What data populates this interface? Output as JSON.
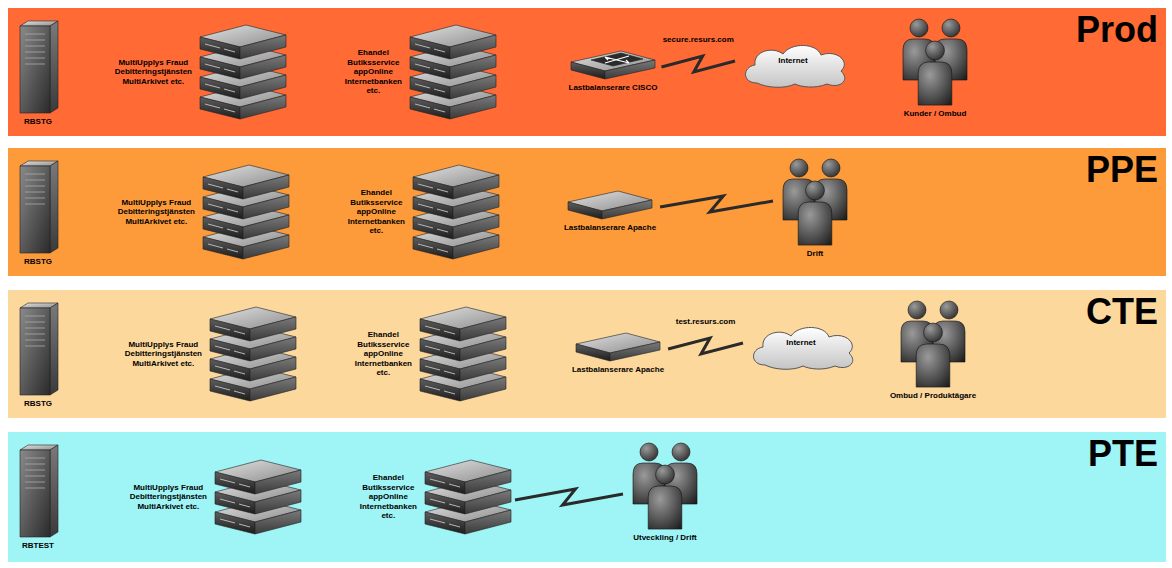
{
  "diagram": {
    "nodes": [
      {
        "text": [
          "Prod"
        ]
      },
      {
        "text": [
          "RBSTG"
        ],
        "in": 0
      },
      {
        "text": [
          "MultiUpplys Fraud Debitteringstjänsten MultiArkivet etc."
        ],
        "in": 0
      },
      {
        "text": [
          "Ehandel Butiksservice appOnline Internetbanken etc."
        ],
        "in": 0
      },
      {
        "text": [
          "Lastbalanserare CISCO"
        ],
        "in": 0
      },
      {
        "text": [
          "Internet"
        ],
        "in": 0
      },
      {
        "text": [
          "Kunder / Ombud"
        ],
        "in": 0
      },
      {
        "text": [
          "PPE"
        ]
      },
      {
        "text": [
          "RBSTG"
        ],
        "in": 7
      },
      {
        "text": [
          "MultiUpplys Fraud Debitteringstjänsten MultiArkivet etc."
        ],
        "in": 7
      },
      {
        "text": [
          "Ehandel Butiksservice appOnline Internetbanken etc."
        ],
        "in": 7
      },
      {
        "text": [
          "Lastbalanserare Apache"
        ],
        "in": 7
      },
      {
        "text": [
          "Drift"
        ],
        "in": 7
      },
      {
        "text": [
          "CTE"
        ]
      },
      {
        "text": [
          "RBSTG"
        ],
        "in": 13
      },
      {
        "text": [
          "MultiUpplys Fraud Debitteringstjänsten MultiArkivet etc."
        ],
        "in": 13
      },
      {
        "text": [
          "Ehandel Butiksservice appOnline Internetbanken etc."
        ],
        "in": 13
      },
      {
        "text": [
          "Lastbalanserare Apache"
        ],
        "in": 13
      },
      {
        "text": [
          "Internet"
        ],
        "in": 13
      },
      {
        "text": [
          "Ombud / Produktägare"
        ],
        "in": 13
      },
      {
        "text": [
          "PTE"
        ]
      },
      {
        "text": [
          "RBTEST"
        ],
        "in": 20
      },
      {
        "text": [
          "MultiUpplys Fraud Debitteringstjänsten MultiArkivet etc."
        ],
        "in": 20
      },
      {
        "text": [
          "Ehandel Butiksservice appOnline Internetbanken etc."
        ],
        "in": 20
      },
      {
        "text": [
          "Utveckling / Drift"
        ],
        "in": 20
      }
    ],
    "edges": [
      {
        "from": 4,
        "to": 5,
        "arrow": "none",
        "label": "secure.resurs.com"
      },
      {
        "from": 11,
        "to": 12,
        "arrow": "none"
      },
      {
        "from": 17,
        "to": 18,
        "arrow": "none",
        "label": "test.resurs.com"
      },
      {
        "from": 23,
        "to": 24,
        "arrow": "none"
      }
    ]
  }
}
